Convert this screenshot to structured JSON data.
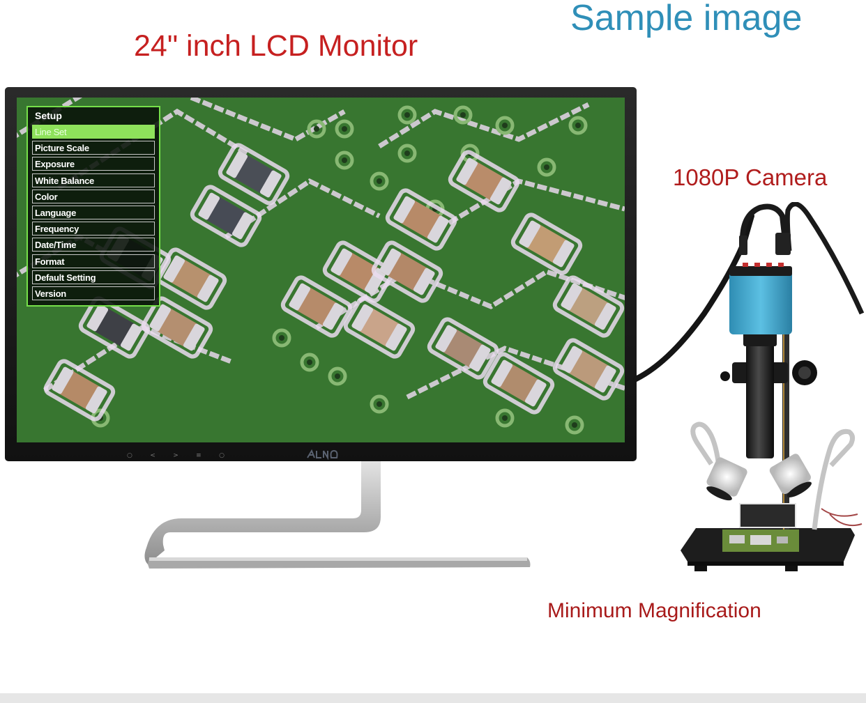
{
  "sample_label": "Sample image",
  "monitor": {
    "title": "24\" inch LCD Monitor",
    "bezel_buttons": [
      "○",
      "<",
      ">",
      "≡",
      "○"
    ],
    "osd": {
      "title": "Setup",
      "items": [
        {
          "label": "Line Set",
          "selected": true
        },
        {
          "label": "Picture Scale",
          "selected": false
        },
        {
          "label": "Exposure",
          "selected": false
        },
        {
          "label": "White Balance",
          "selected": false
        },
        {
          "label": "Color",
          "selected": false
        },
        {
          "label": "Language",
          "selected": false
        },
        {
          "label": "Frequency",
          "selected": false
        },
        {
          "label": "Date/Time",
          "selected": false
        },
        {
          "label": "Format",
          "selected": false
        },
        {
          "label": "Default Setting",
          "selected": false
        },
        {
          "label": "Version",
          "selected": false
        }
      ]
    }
  },
  "camera_label": "1080P Camera",
  "magnification_label": "Minimum Magnification",
  "colors": {
    "sample_label": "#2f8fb8",
    "headline_red": "#c62020",
    "osd_border": "#76e04a",
    "osd_selected": "#8ee25b",
    "pcb_green": "#3e7d34",
    "camera_body": "#3a9fc4"
  }
}
